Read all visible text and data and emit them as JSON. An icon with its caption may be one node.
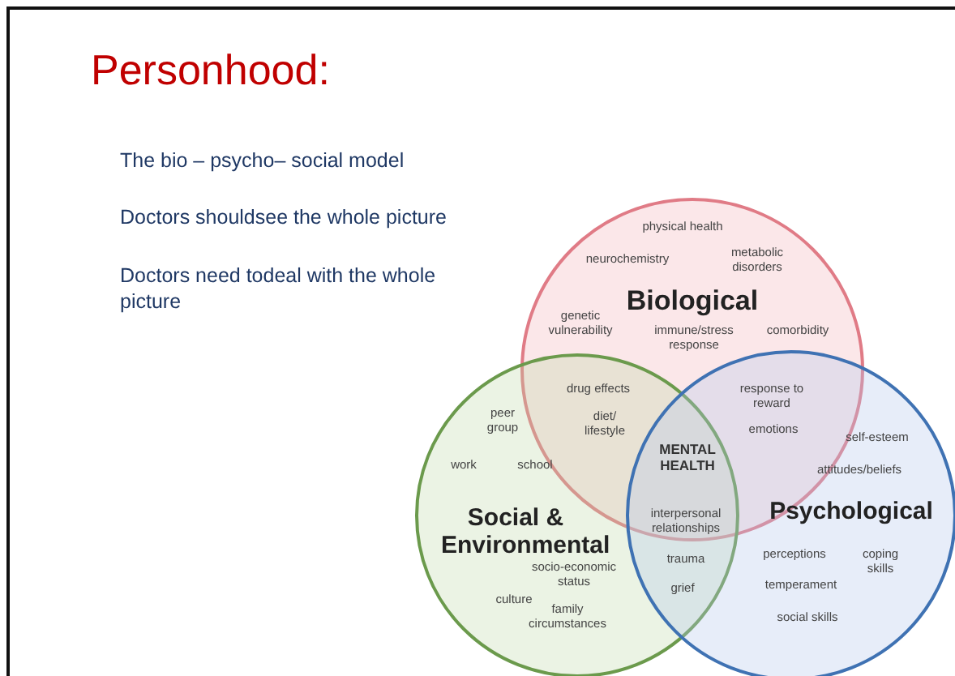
{
  "diagram": {
    "title": "Personhood:",
    "nodes": [
      {
        "text": [
          "Biological"
        ]
      },
      {
        "text": [
          "Social & Environmental"
        ]
      },
      {
        "text": [
          "Psychological"
        ]
      }
    ],
    "labels": [
      "The bio – psycho– social model",
      "Doctors shouldsee the whole picture",
      "Doctors need todeal with the whole picture",
      "physical health",
      "neurochemistry",
      "metabolic disorders",
      "genetic vulnerability",
      "comorbidity",
      "immune/stress response",
      "drug effects",
      "response to reward",
      "peer group",
      "diet/ lifestyle",
      "emotions",
      "self-esteem",
      "work",
      "school",
      "MENTAL HEALTH",
      "attitudes/beliefs",
      "interpersonal relationships",
      "trauma",
      "perceptions",
      "coping skills",
      "socio-economic status",
      "grief",
      "temperament",
      "culture",
      "family circumstances",
      "social skills"
    ]
  }
}
